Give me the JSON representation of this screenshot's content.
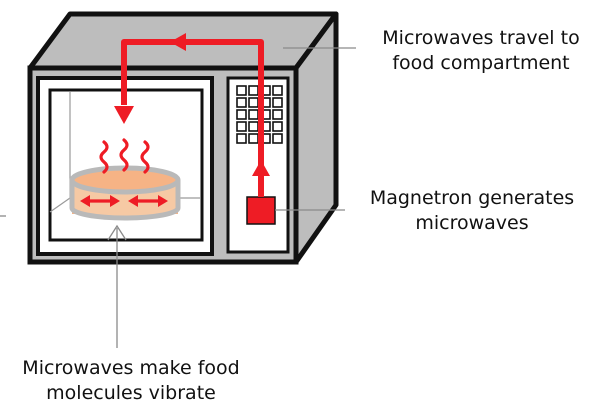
{
  "labels": {
    "travel": [
      "Microwaves travel to",
      "food compartment"
    ],
    "magnetron": [
      "Magnetron generates",
      "microwaves"
    ],
    "vibrate": [
      "Microwaves make food",
      "molecules vibrate"
    ]
  },
  "colors": {
    "outline": "#111111",
    "body_grey": "#bdbdbd",
    "interior": "#ffffff",
    "microwave_red": "#ee1c25",
    "food": "#f6b385",
    "dish": "#b9b9b9",
    "leader_line": "#8a8a8a"
  },
  "icons": {
    "magnetron": "red-square",
    "waves": "wavy-heat-lines"
  }
}
